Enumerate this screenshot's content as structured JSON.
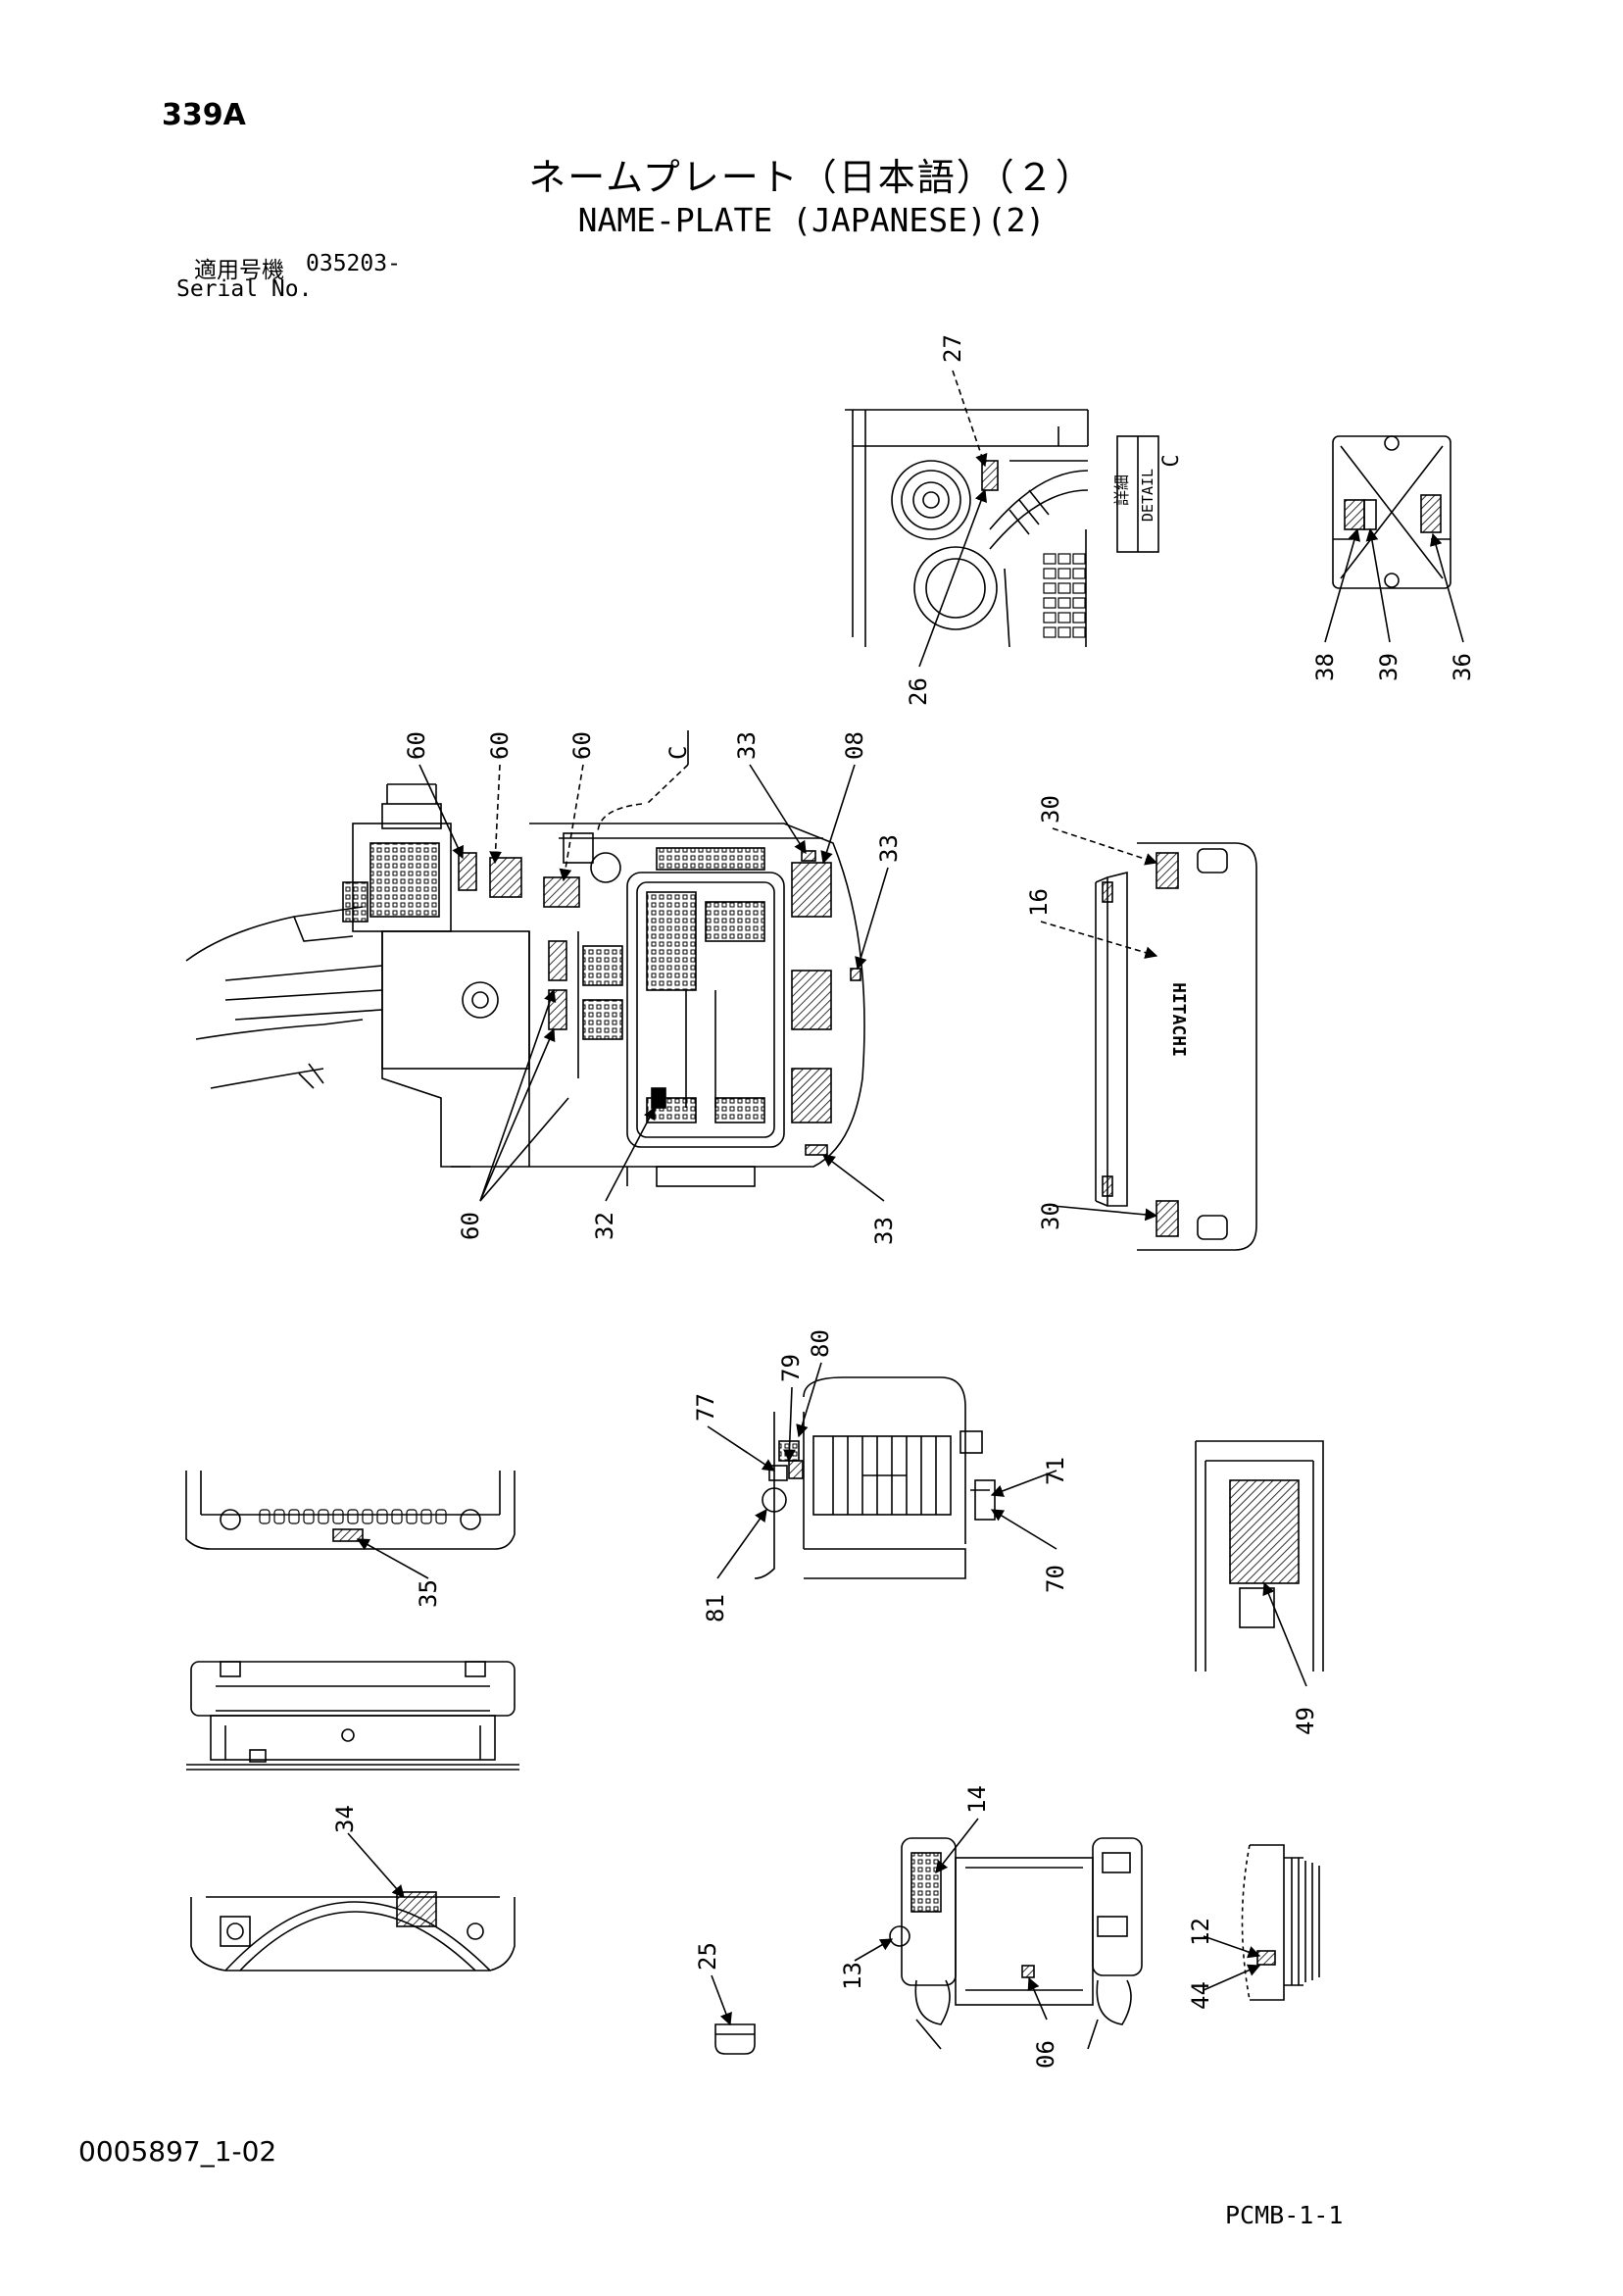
{
  "header": {
    "page_no": "339A",
    "title_jp": "ネームプレート（日本語）（２）",
    "title_en": "NAME-PLATE (JAPANESE)(2)",
    "serial_label_jp": "適用号機",
    "serial_value": "035203-",
    "serial_label_en": "Serial No."
  },
  "detail_label": {
    "jp": "詳細",
    "en": "DETAIL",
    "letter": "C"
  },
  "callouts": {
    "c27": "27",
    "c26": "26",
    "c38": "38",
    "c39": "39",
    "c36": "36",
    "c60a": "60",
    "c60b": "60",
    "c60c": "60",
    "c33a": "33",
    "c08": "08",
    "c33b": "33",
    "cC": "C",
    "c60d": "60",
    "c32": "32",
    "c33c": "33",
    "c30a": "30",
    "c16": "16",
    "c30b": "30",
    "c80": "80",
    "c79": "79",
    "c77": "77",
    "c71": "71",
    "c70": "70",
    "c81": "81",
    "c35": "35",
    "c49": "49",
    "c34": "34",
    "c25": "25",
    "c14": "14",
    "c13": "13",
    "c06": "06",
    "c12": "12",
    "c44": "44"
  },
  "brand_text": "HITACHI",
  "footer": {
    "doc_id": "0005897_1-02",
    "code": "PCMB-1-1"
  }
}
